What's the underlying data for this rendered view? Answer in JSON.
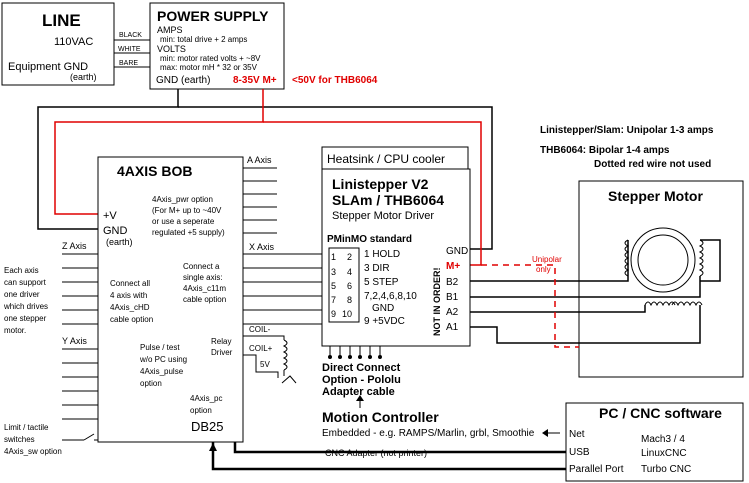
{
  "line": {
    "title": "LINE",
    "voltage": "110VAC",
    "gnd": "Equipment GND",
    "earth": "(earth)",
    "wire_black": "BLACK",
    "wire_white": "WHITE",
    "wire_bare": "BARE"
  },
  "power_supply": {
    "title": "POWER SUPPLY",
    "amps": "AMPS",
    "amps_note": "min: total drive + 2 amps",
    "volts": "VOLTS",
    "volts_note1": "min: motor rated volts + ~8V",
    "volts_note2": "max: motor mH * 32 or 35V",
    "gnd": "GND  (earth)",
    "vplus": "8-35V  M+",
    "thb_note": "<50V for THB6064"
  },
  "notes": {
    "linistepper": "Linistepper/Slam: Unipolar 1-3 amps",
    "thb1": "THB6064: Bipolar 1-4 amps",
    "thb2": "Dotted red wire not used"
  },
  "bob": {
    "title": "4AXIS BOB",
    "a_axis": "A Axis",
    "x_axis": "X Axis",
    "z_axis": "Z Axis",
    "y_axis": "Y Axis",
    "pwr_option": [
      "4Axis_pwr option",
      "(For M+ up to ~40V",
      "or use a seperate",
      "regulated +5 supply)"
    ],
    "vplus": "+V",
    "gnd": "GND",
    "earth": "(earth)",
    "single": [
      "Connect a",
      "single axis:",
      "4Axis_c11m",
      "cable option"
    ],
    "all4": [
      "Connect all",
      "4 axis with",
      "4Axis_cHD",
      "cable option"
    ],
    "pulse": [
      "Pulse / test",
      "w/o PC using",
      "4Axis_pulse",
      "option"
    ],
    "relay": [
      "Relay",
      "Driver"
    ],
    "coil_minus": "COIL-",
    "coil_plus": "COIL+",
    "five_v": "5V",
    "pc_option": [
      "4Axis_pc",
      "option"
    ],
    "db25": "DB25"
  },
  "left_notes": {
    "each_axis": [
      "Each axis",
      "can support",
      "one driver",
      "which drives",
      "one stepper",
      "motor."
    ],
    "limit": [
      "Limit / tactile",
      "switches",
      "4Axis_sw option"
    ]
  },
  "driver": {
    "heatsink": "Heatsink / CPU cooler",
    "title1": "Linistepper V2",
    "title2": "SLAm / THB6064",
    "subtitle": "Stepper Motor Driver",
    "pminmo": "PMinMO standard",
    "pins_left": [
      "1",
      "3",
      "5",
      "7",
      "9"
    ],
    "pins_right": [
      "2",
      "4",
      "6",
      "8",
      "10"
    ],
    "signals": [
      "1 HOLD",
      "3 DIR",
      "5 STEP",
      "7,2,4,6,8,10",
      "GND",
      "9 +5VDC"
    ],
    "not_in_order": "NOT IN ORDER!",
    "terminals": [
      "GND",
      "M+",
      "B2",
      "B1",
      "A2",
      "A1"
    ],
    "direct": [
      "Direct Connect",
      "Option - Pololu",
      "Adapter cable"
    ]
  },
  "motor": {
    "title": "Stepper Motor",
    "unipolar": [
      "Unipolar",
      "only"
    ]
  },
  "controller": {
    "title": "Motion Controller",
    "embedded": "Embedded - e.g. RAMPS/Marlin, grbl, Smoothie",
    "cnc_adapter": "CNC Adapter (not printer)"
  },
  "pc": {
    "title": "PC / CNC software",
    "net": "Net",
    "usb": "USB",
    "parallel": "Parallel Port",
    "mach": "Mach3 / 4",
    "linuxcnc": "LinuxCNC",
    "turbo": "Turbo CNC"
  },
  "colors": {
    "wire": "#000000",
    "power": "#e00000",
    "frame": "#000000"
  }
}
